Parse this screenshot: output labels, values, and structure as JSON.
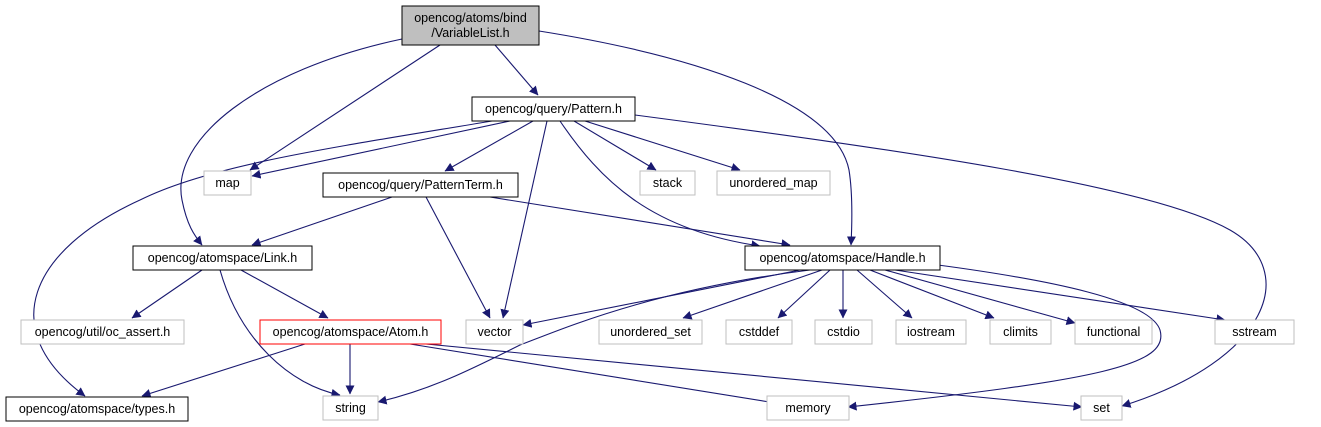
{
  "diagram": {
    "colors": {
      "edge": "#191970",
      "root_fill": "#bfbfbf",
      "local_border": "#000000",
      "system_border": "#bfbfbf",
      "missing_border": "#ff0000",
      "text": "#000000"
    },
    "nodes": [
      {
        "id": "variablelist",
        "label": "opencog/atoms/bind\n/VariableList.h",
        "kind": "root"
      },
      {
        "id": "pattern",
        "label": "opencog/query/Pattern.h",
        "kind": "local"
      },
      {
        "id": "map",
        "label": "map",
        "kind": "system"
      },
      {
        "id": "stack",
        "label": "stack",
        "kind": "system"
      },
      {
        "id": "unordered_map",
        "label": "unordered_map",
        "kind": "system"
      },
      {
        "id": "patternterm",
        "label": "opencog/query/PatternTerm.h",
        "kind": "local"
      },
      {
        "id": "link",
        "label": "opencog/atomspace/Link.h",
        "kind": "local"
      },
      {
        "id": "handle",
        "label": "opencog/atomspace/Handle.h",
        "kind": "local"
      },
      {
        "id": "oc_assert",
        "label": "opencog/util/oc_assert.h",
        "kind": "system"
      },
      {
        "id": "atom",
        "label": "opencog/atomspace/Atom.h",
        "kind": "missing"
      },
      {
        "id": "vector",
        "label": "vector",
        "kind": "system"
      },
      {
        "id": "unordered_set",
        "label": "unordered_set",
        "kind": "system"
      },
      {
        "id": "cstddef",
        "label": "cstddef",
        "kind": "system"
      },
      {
        "id": "cstdio",
        "label": "cstdio",
        "kind": "system"
      },
      {
        "id": "iostream",
        "label": "iostream",
        "kind": "system"
      },
      {
        "id": "climits",
        "label": "climits",
        "kind": "system"
      },
      {
        "id": "functional",
        "label": "functional",
        "kind": "system"
      },
      {
        "id": "sstream",
        "label": "sstream",
        "kind": "system"
      },
      {
        "id": "types",
        "label": "opencog/atomspace/types.h",
        "kind": "local"
      },
      {
        "id": "string",
        "label": "string",
        "kind": "system"
      },
      {
        "id": "memory",
        "label": "memory",
        "kind": "system"
      },
      {
        "id": "set",
        "label": "set",
        "kind": "system"
      }
    ],
    "edges": [
      {
        "from": "variablelist",
        "to": "pattern"
      },
      {
        "from": "variablelist",
        "to": "map"
      },
      {
        "from": "variablelist",
        "to": "link"
      },
      {
        "from": "variablelist",
        "to": "handle"
      },
      {
        "from": "pattern",
        "to": "map"
      },
      {
        "from": "pattern",
        "to": "types"
      },
      {
        "from": "pattern",
        "to": "patternterm"
      },
      {
        "from": "pattern",
        "to": "vector"
      },
      {
        "from": "pattern",
        "to": "handle"
      },
      {
        "from": "pattern",
        "to": "stack"
      },
      {
        "from": "pattern",
        "to": "unordered_map"
      },
      {
        "from": "pattern",
        "to": "set"
      },
      {
        "from": "patternterm",
        "to": "link"
      },
      {
        "from": "patternterm",
        "to": "vector"
      },
      {
        "from": "patternterm",
        "to": "handle"
      },
      {
        "from": "link",
        "to": "oc_assert"
      },
      {
        "from": "link",
        "to": "atom"
      },
      {
        "from": "link",
        "to": "string"
      },
      {
        "from": "atom",
        "to": "types"
      },
      {
        "from": "atom",
        "to": "string"
      },
      {
        "from": "atom",
        "to": "memory"
      },
      {
        "from": "atom",
        "to": "set"
      },
      {
        "from": "handle",
        "to": "vector"
      },
      {
        "from": "handle",
        "to": "string"
      },
      {
        "from": "handle",
        "to": "unordered_set"
      },
      {
        "from": "handle",
        "to": "cstddef"
      },
      {
        "from": "handle",
        "to": "cstdio"
      },
      {
        "from": "handle",
        "to": "iostream"
      },
      {
        "from": "handle",
        "to": "climits"
      },
      {
        "from": "handle",
        "to": "functional"
      },
      {
        "from": "handle",
        "to": "sstream"
      },
      {
        "from": "handle",
        "to": "memory"
      }
    ]
  }
}
